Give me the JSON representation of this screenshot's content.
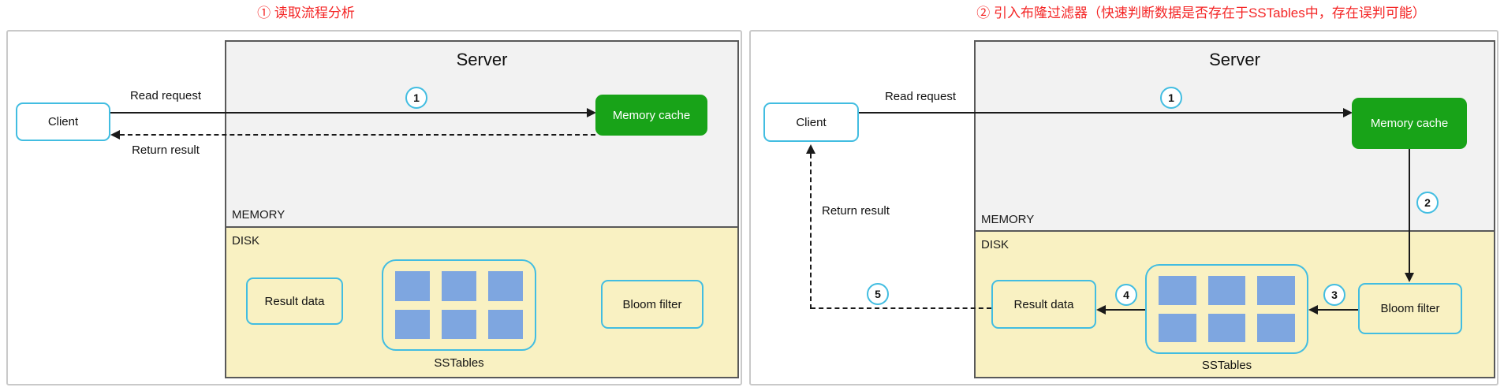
{
  "titles": {
    "left": "① 读取流程分析",
    "right": "② 引入布隆过滤器（快速判断数据是否存在于SSTables中，存在误判可能）"
  },
  "left": {
    "client": "Client",
    "server_title": "Server",
    "read_request": "Read request",
    "return_result": "Return result",
    "memory": "MEMORY",
    "disk": "DISK",
    "memory_cache": "Memory cache",
    "result_data": "Result data",
    "sstables": "SSTables",
    "bloom_filter": "Bloom filter",
    "step1": "1"
  },
  "right": {
    "client": "Client",
    "server_title": "Server",
    "read_request": "Read request",
    "return_result": "Return result",
    "memory": "MEMORY",
    "disk": "DISK",
    "memory_cache": "Memory cache",
    "result_data": "Result data",
    "sstables": "SSTables",
    "bloom_filter": "Bloom filter",
    "step1": "1",
    "step2": "2",
    "step3": "3",
    "step4": "4",
    "step5": "5"
  },
  "colors": {
    "title_red": "#f42525",
    "accent_cyan": "#42bde1",
    "memory_cache_green": "#18a318",
    "disk_yellow": "#f9f1c2",
    "server_gray": "#f2f2f2",
    "sstable_block_blue": "#7ea6e0",
    "panel_border_gray": "#c9c9c9"
  }
}
